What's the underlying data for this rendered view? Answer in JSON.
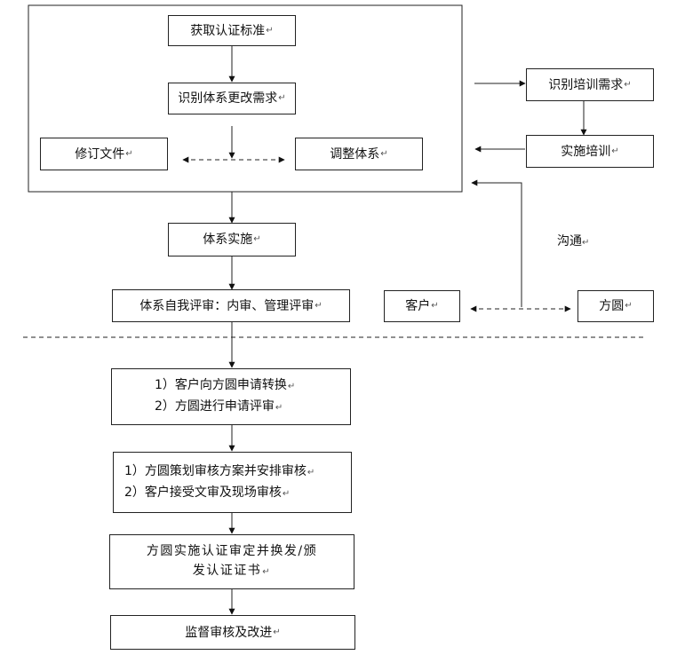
{
  "boxes": {
    "get_standard": "获取认证标准",
    "identify_change": "识别体系更改需求",
    "revise_docs": "修订文件",
    "adjust_system": "调整体系",
    "identify_training": "识别培训需求",
    "implement_training": "实施培训",
    "system_implementation": "体系实施",
    "self_review": "体系自我评审：内审、管理评审",
    "customer": "客户",
    "fangyuan": "方圆",
    "step1_line1": "1）客户向方圆申请转换",
    "step1_line2": "2）方圆进行申请评审",
    "step2_line1": "1）方圆策划审核方案并安排审核",
    "step2_line2": "2）客户接受文审及现场审核",
    "step3_line1": "方圆实施认证审定并换发/颁",
    "step3_line2": "发认证证书",
    "step4": "监督审核及改进"
  },
  "labels": {
    "communication": "沟通"
  },
  "paragraph_mark": "↵"
}
